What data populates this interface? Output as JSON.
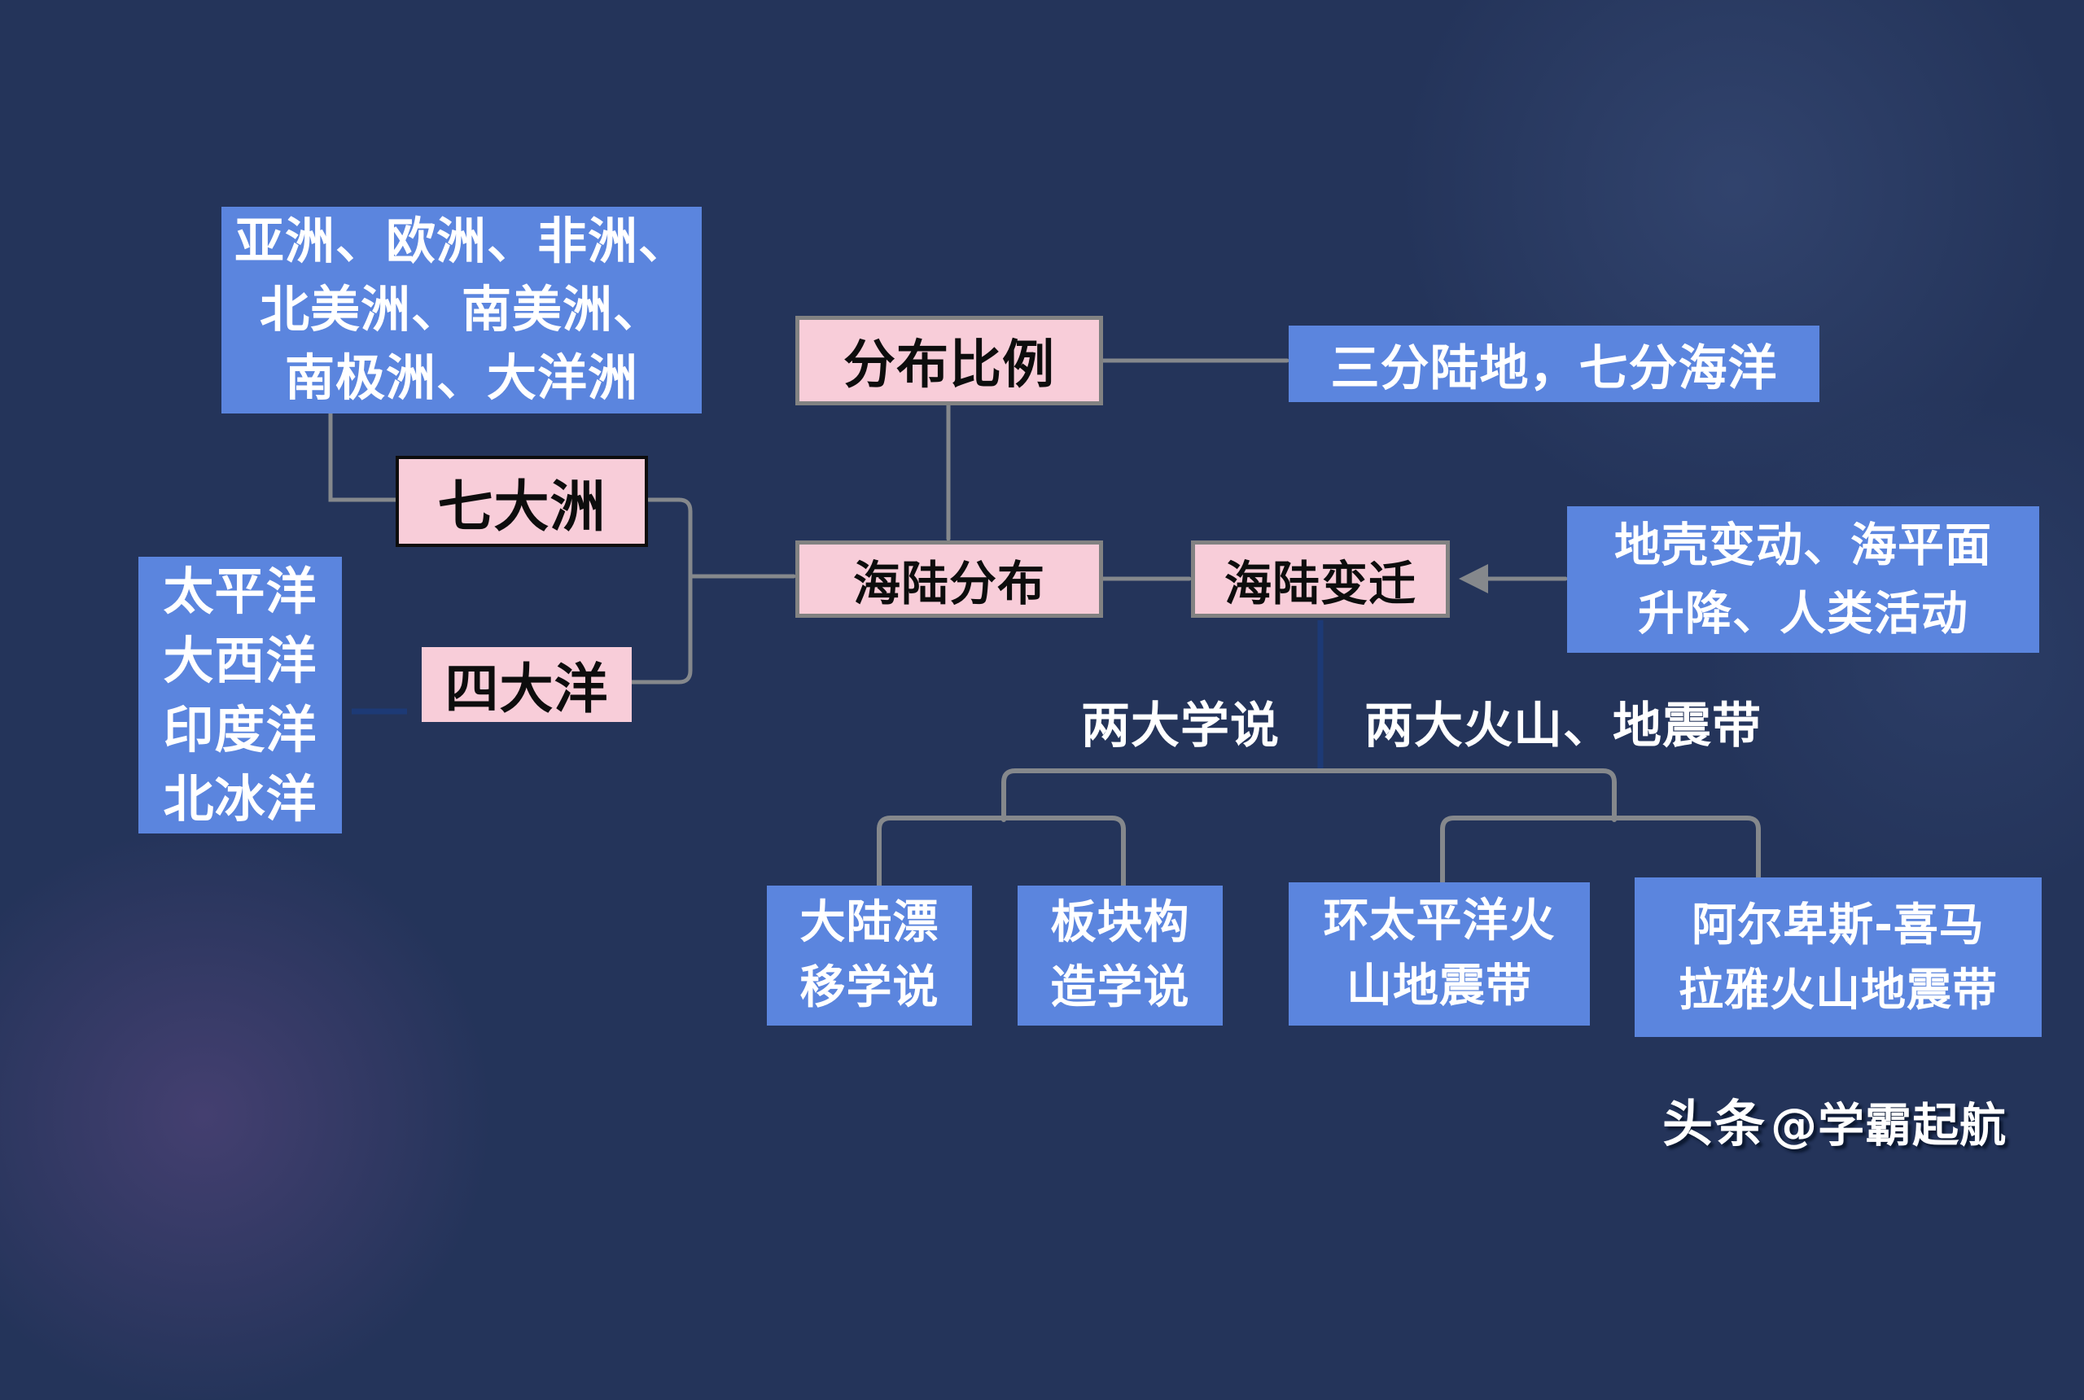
{
  "colors": {
    "blue_box": "#5b85de",
    "pink_box": "#f8cdd9",
    "gray_line": "#85888c",
    "gray_border": "#828282",
    "navy_line": "#1d3a76",
    "black_border": "#0d0d0d",
    "background": "#24345a",
    "white_text": "#ffffff",
    "black_text": "#0d0d0d"
  },
  "nodes": {
    "continents_list": {
      "lines": [
        "亚洲、欧洲、非洲、",
        "北美洲、南美洲、",
        "南极洲、大洋洲"
      ],
      "full_text": "亚洲、欧洲、非洲、北美洲、南美洲、南极洲、大洋洲"
    },
    "seven_continents": {
      "text": "七大洲"
    },
    "oceans_list": {
      "lines": [
        "太平洋",
        "大西洋",
        "印度洋",
        "北冰洋"
      ],
      "full_text": "太平洋 大西洋 印度洋 北冰洋"
    },
    "four_oceans": {
      "text": "四大洋"
    },
    "distribution_ratio": {
      "text": "分布比例"
    },
    "land_sea_ratio": {
      "text": "三分陆地，七分海洋"
    },
    "land_sea_distribution": {
      "text": "海陆分布"
    },
    "land_sea_change": {
      "text": "海陆变迁"
    },
    "change_causes": {
      "lines": [
        "地壳变动、海平面",
        "升降、人类活动"
      ],
      "full_text": "地壳变动、海平面升降、人类活动"
    },
    "two_theories_label": {
      "text": "两大学说"
    },
    "two_belts_label": {
      "text": "两大火山、地震带"
    },
    "continental_drift": {
      "lines": [
        "大陆漂",
        "移学说"
      ],
      "full_text": "大陆漂移学说"
    },
    "plate_tectonics": {
      "lines": [
        "板块构",
        "造学说"
      ],
      "full_text": "板块构造学说"
    },
    "pacific_ring": {
      "lines": [
        "环太平洋火",
        "山地震带"
      ],
      "full_text": "环太平洋火山地震带"
    },
    "alps_himalaya": {
      "lines": [
        "阿尔卑斯-喜马",
        "拉雅火山地震带"
      ],
      "full_text": "阿尔卑斯-喜马拉雅火山地震带"
    }
  },
  "watermark": {
    "brand": "头条",
    "handle": "@学霸起航"
  }
}
